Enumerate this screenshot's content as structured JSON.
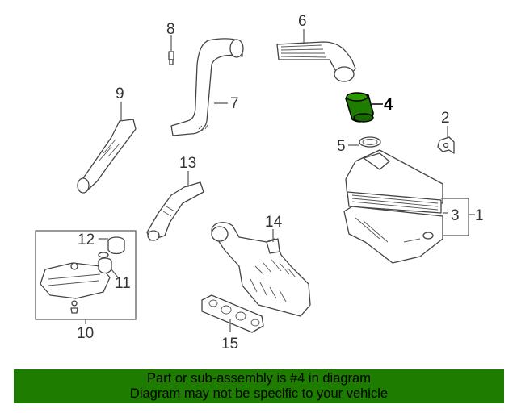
{
  "callouts": {
    "c1": "1",
    "c2": "2",
    "c3": "3",
    "c4": "4",
    "c5": "5",
    "c6": "6",
    "c7": "7",
    "c8": "8",
    "c9": "9",
    "c10": "10",
    "c11": "11",
    "c12": "12",
    "c13": "13",
    "c14": "14",
    "c15": "15"
  },
  "highlight": {
    "part_number": "4",
    "color": "#1e7c00"
  },
  "banner": {
    "line1": "Part or sub-assembly is #4 in diagram",
    "line2": "Diagram may not be specific to your vehicle",
    "background": "#1e7c00"
  }
}
